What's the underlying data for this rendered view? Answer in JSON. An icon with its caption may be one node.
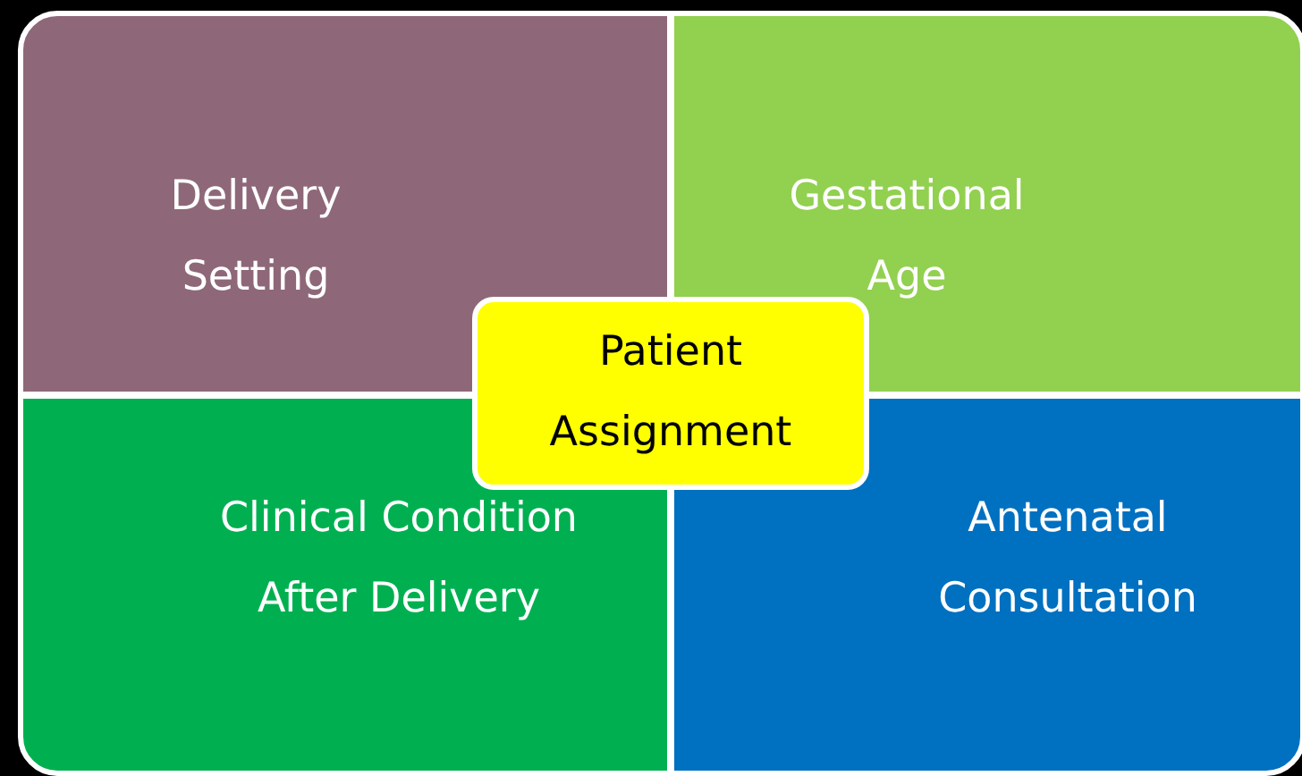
{
  "diagram": {
    "nodes": [
      {
        "text": [
          "Delivery Setting"
        ]
      },
      {
        "text": [
          "Gestational Age"
        ]
      },
      {
        "text": [
          "Patient Assignment"
        ]
      },
      {
        "text": [
          "Clinical Condition After Delivery"
        ]
      },
      {
        "text": [
          "Antenatal Consultation"
        ]
      }
    ]
  }
}
